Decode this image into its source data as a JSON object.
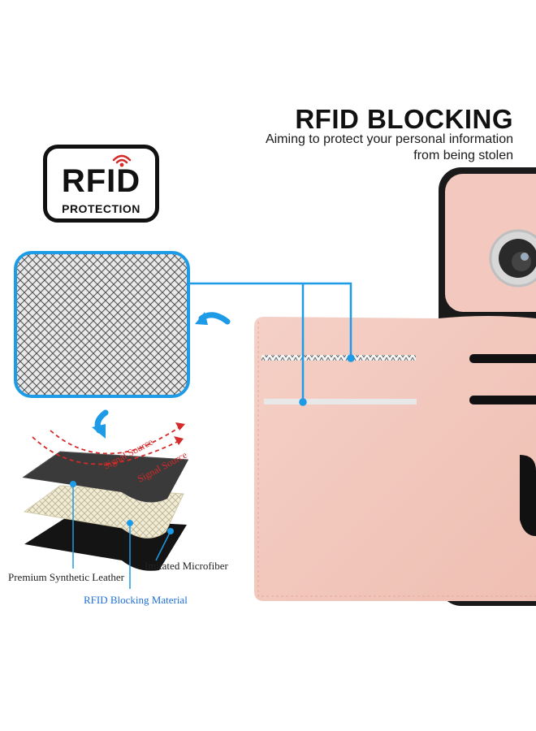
{
  "header": {
    "title": "RFID BLOCKING",
    "subtitle_line1": "Aiming to protect your personal information",
    "subtitle_line2": "from being stolen"
  },
  "badge": {
    "main": "RFID",
    "sub": "PROTECTION"
  },
  "layers": {
    "signal_label": "Signal Source",
    "left_caption": "Premium Synthetic Leather",
    "right_caption": "Imitated Microfiber",
    "bottom_caption": "RFID Blocking Material"
  },
  "colors": {
    "accent_blue": "#1e9be6",
    "caption_blue": "#1f6fd6",
    "case_pink": "#f2c7bd",
    "signal_red": "#d42a2a"
  }
}
